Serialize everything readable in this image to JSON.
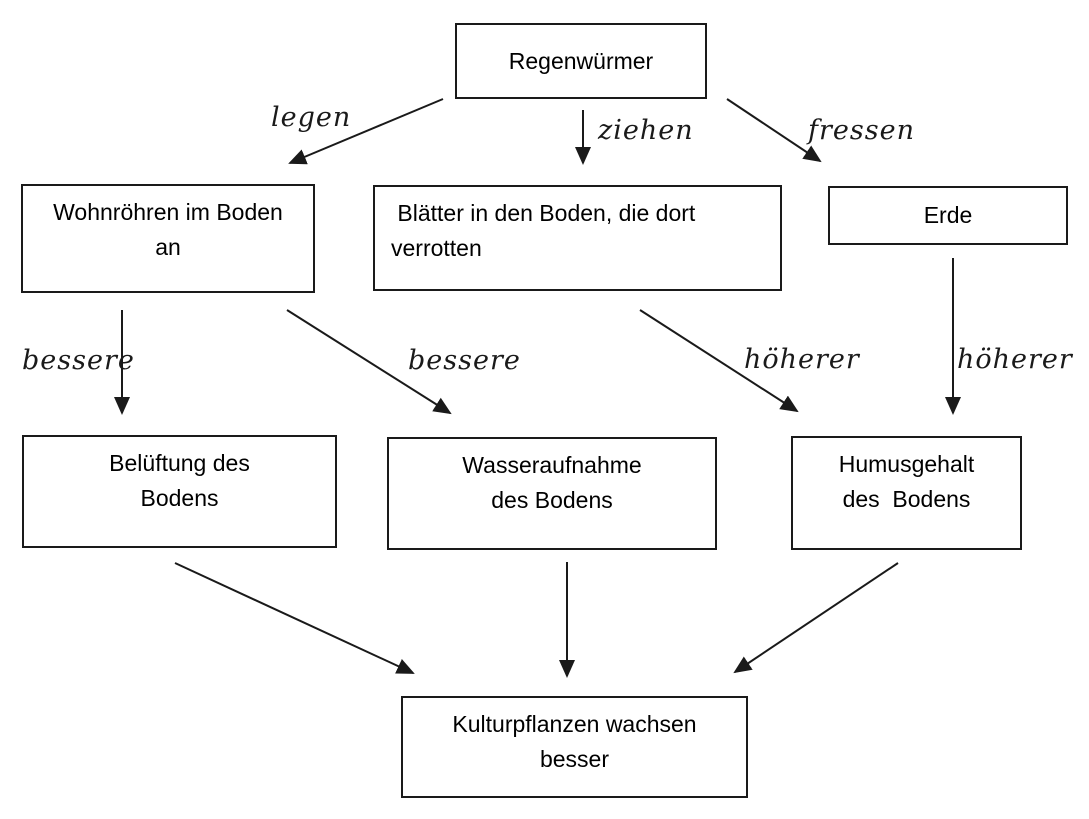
{
  "nodes": {
    "regenwuermer": {
      "label": "Regenwürmer"
    },
    "wohnroehren": {
      "label": "Wohnröhren im Boden\nan"
    },
    "blaetter": {
      "label": " Blätter in den Boden, die dort\nverrotten"
    },
    "erde": {
      "label": "Erde"
    },
    "belueftung": {
      "label": "Belüftung des\nBodens"
    },
    "wasseraufnahme": {
      "label": "Wasseraufnahme\ndes Bodens"
    },
    "humusgehalt": {
      "label": "Humusgehalt\ndes  Bodens"
    },
    "kulturpflanzen": {
      "label": "Kulturpflanzen wachsen\nbesser"
    }
  },
  "edge_labels": {
    "legen": "legen",
    "ziehen": "ziehen",
    "fressen": "fressen",
    "bessere_1": "bessere",
    "bessere_2": "bessere",
    "hoeherer_1": "höherer",
    "hoeherer_2": "höherer"
  },
  "edges": [
    {
      "from": "Regenwürmer",
      "to": "Wohnröhren im Boden an",
      "label": "legen"
    },
    {
      "from": "Regenwürmer",
      "to": "Blätter in den Boden, die dort verrotten",
      "label": "ziehen"
    },
    {
      "from": "Regenwürmer",
      "to": "Erde",
      "label": "fressen"
    },
    {
      "from": "Wohnröhren im Boden an",
      "to": "Belüftung des Bodens",
      "label": "bessere"
    },
    {
      "from": "Wohnröhren im Boden an",
      "to": "Wasseraufnahme des Bodens",
      "label": "bessere"
    },
    {
      "from": "Blätter in den Boden, die dort verrotten",
      "to": "Humusgehalt des Bodens",
      "label": "höherer"
    },
    {
      "from": "Erde",
      "to": "Humusgehalt des Bodens",
      "label": "höherer"
    },
    {
      "from": "Belüftung des Bodens",
      "to": "Kulturpflanzen wachsen besser",
      "label": ""
    },
    {
      "from": "Wasseraufnahme des Bodens",
      "to": "Kulturpflanzen wachsen besser",
      "label": ""
    },
    {
      "from": "Humusgehalt des Bodens",
      "to": "Kulturpflanzen wachsen besser",
      "label": ""
    }
  ],
  "colors": {
    "line": "#1a1a1a",
    "box_border": "#1a1a1a",
    "text": "#000000",
    "background": "#ffffff"
  }
}
